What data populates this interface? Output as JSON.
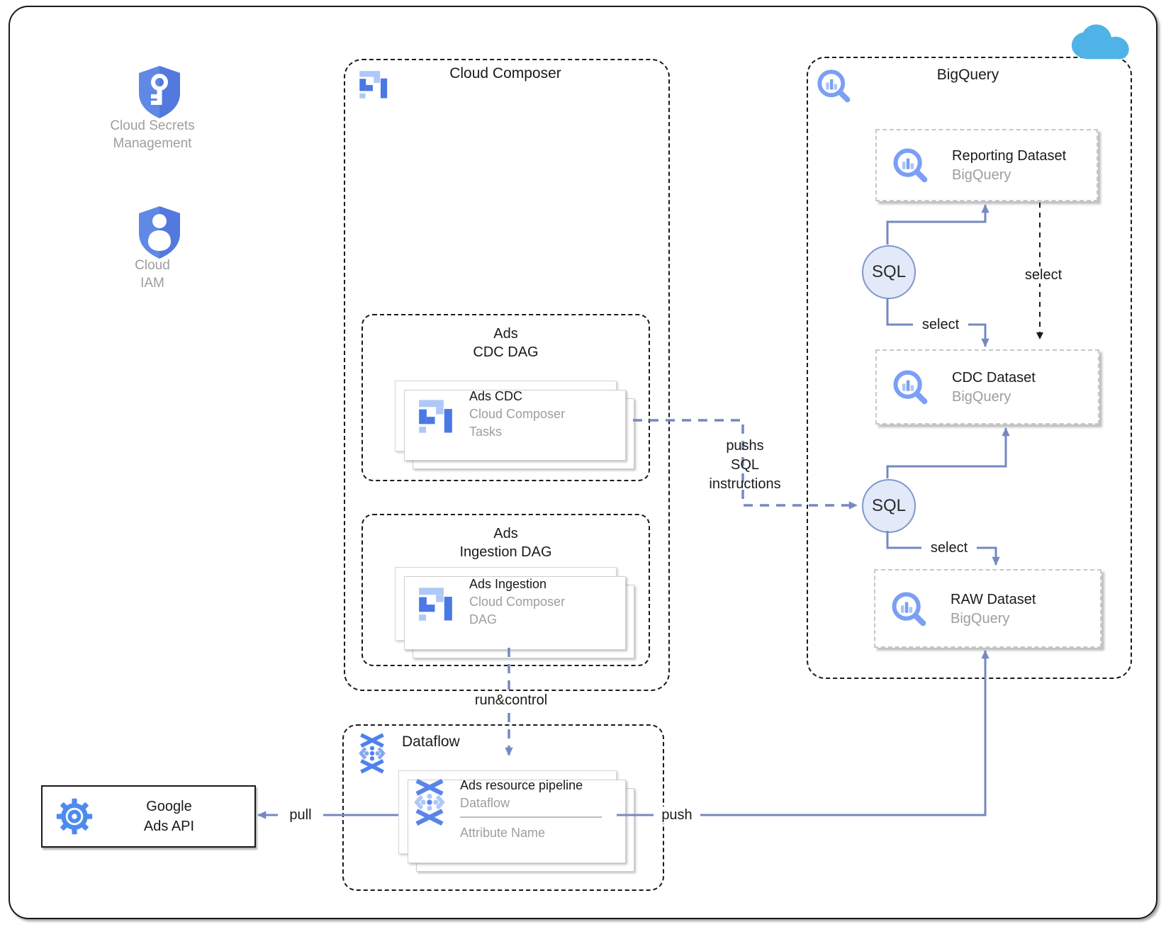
{
  "colors": {
    "connector_blue": "#7588C1",
    "icon_blue": "#5B84E8",
    "icon_blue_light": "#AEC8F8",
    "shield_blue": "#6089E6",
    "cloud_blue": "#4FB3E8",
    "sql_fill": "#E2EAFA",
    "sql_stroke": "#8296CC",
    "gray_text": "#9E9E9E",
    "dataset_border": "#C8C8C8",
    "black": "#1A1A1A"
  },
  "external": {
    "cloud_secrets": {
      "line1": "Cloud Secrets",
      "line2": "Management"
    },
    "cloud_iam": {
      "line1": "Cloud",
      "line2": "IAM"
    },
    "google_ads_api": {
      "line1": "Google",
      "line2": "Ads API"
    }
  },
  "cloud_composer": {
    "title": "Cloud Composer",
    "ads_cdc_dag": {
      "title_line1": "Ads",
      "title_line2": "CDC DAG",
      "card": {
        "title": "Ads CDC",
        "subtitle1": "Cloud Composer",
        "subtitle2": "Tasks"
      }
    },
    "ads_ingestion_dag": {
      "title_line1": "Ads",
      "title_line2": "Ingestion DAG",
      "card": {
        "title": "Ads Ingestion",
        "subtitle1": "Cloud Composer",
        "subtitle2": "DAG"
      }
    }
  },
  "bigquery": {
    "title": "BigQuery",
    "reporting_dataset": {
      "title": "Reporting Dataset",
      "subtitle": "BigQuery"
    },
    "cdc_dataset": {
      "title": "CDC Dataset",
      "subtitle": "BigQuery"
    },
    "raw_dataset": {
      "title": "RAW Dataset",
      "subtitle": "BigQuery"
    },
    "sql_top": {
      "label": "SQL"
    },
    "sql_bottom": {
      "label": "SQL"
    }
  },
  "dataflow": {
    "title": "Dataflow",
    "card": {
      "title": "Ads resource pipeline",
      "subtitle": "Dataflow",
      "attribute": "Attribute Name"
    }
  },
  "edge_labels": {
    "pushs_sql": {
      "line1": "pushs",
      "line2": "SQL",
      "line3": "instructions"
    },
    "select_reporting_to_cdc": "select",
    "select_sql_to_cdc": "select",
    "select_sql_to_raw": "select",
    "run_control": "run&control",
    "pull": "pull",
    "push": "push"
  }
}
